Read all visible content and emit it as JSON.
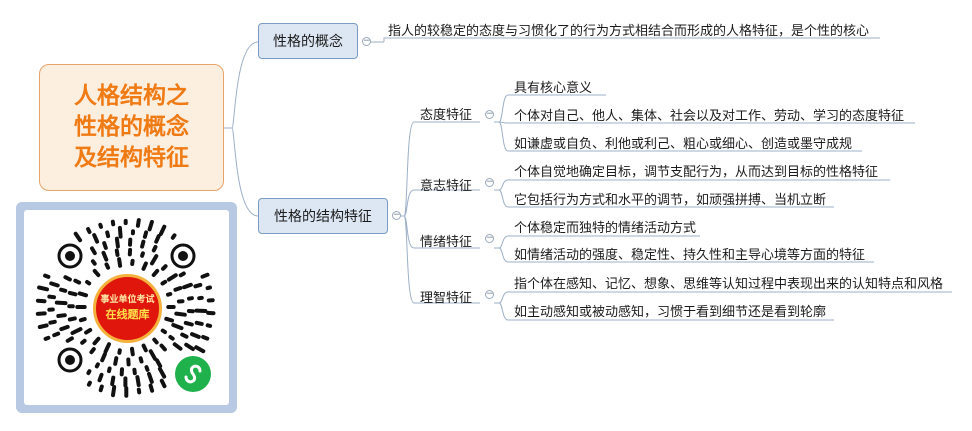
{
  "root": {
    "lines": [
      "人格结构之",
      "性格的概念",
      "及结构特征"
    ]
  },
  "concept": {
    "label": "性格的概念",
    "definition": "指人的较稳定的态度与习惯化了的行为方式相结合而形成的人格特征，是个性的核心"
  },
  "structure": {
    "label": "性格的结构特征",
    "branches": [
      {
        "label": "态度特征",
        "items": [
          "具有核心意义",
          "个体对自己、他人、集体、社会以及对工作、劳动、学习的态度特征",
          "如谦虚或自负、利他或利己、粗心或细心、创造或墨守成规"
        ]
      },
      {
        "label": "意志特征",
        "items": [
          "个体自觉地确定目标，调节支配行为，从而达到目标的性格特征",
          "它包括行为方式和水平的调节，如顽强拼搏、当机立断"
        ]
      },
      {
        "label": "情绪特征",
        "items": [
          "个体稳定而独特的情绪活动方式",
          "如情绪活动的强度、稳定性、持久性和主导心境等方面的特征"
        ]
      },
      {
        "label": "理智特征",
        "items": [
          "指个体在感知、记忆、想象、思维等认知过程中表现出来的认知特点和风格",
          "如主动感知或被动感知，习惯于看到细节还是看到轮廓"
        ]
      }
    ]
  },
  "qr": {
    "line1": "事业单位考试",
    "line2": "在线题库",
    "miniprogram_icon": "wechat-miniprogram-icon"
  },
  "colors": {
    "root_text": "#f07a14",
    "root_fill": "#fdefe0",
    "node_fill": "#dde7f3",
    "node_border": "#7a9cc4",
    "line": "#9db0c8",
    "badge_red": "#e0150c"
  }
}
